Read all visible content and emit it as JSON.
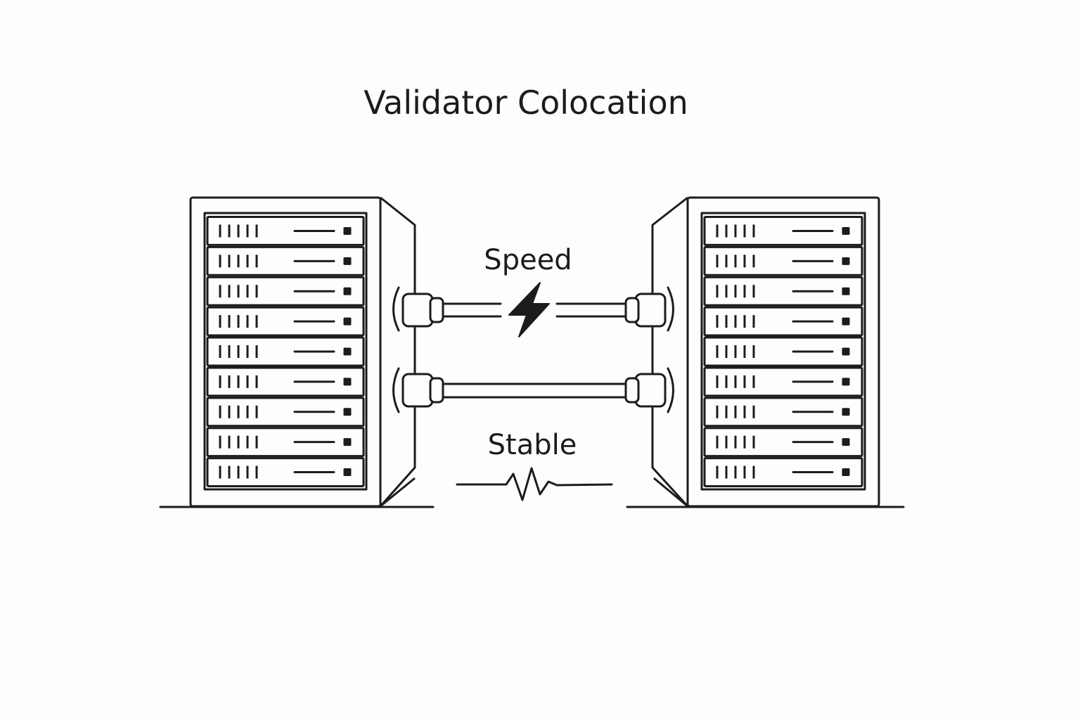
{
  "diagram": {
    "title": "Validator Colocation",
    "labels": {
      "speed": "Speed",
      "stable": "Stable"
    },
    "servers": [
      {
        "name": "left-server-rack",
        "units": 9
      },
      {
        "name": "right-server-rack",
        "units": 9
      }
    ],
    "links": [
      {
        "name": "speed-link",
        "style": "split-with-lightning"
      },
      {
        "name": "stable-link",
        "style": "continuous"
      }
    ],
    "icons": {
      "speed": "lightning-bolt-icon",
      "stable": "steady-pulse-icon"
    },
    "colors": {
      "stroke": "#1c1c1c",
      "background": "#fdfdfd"
    }
  }
}
